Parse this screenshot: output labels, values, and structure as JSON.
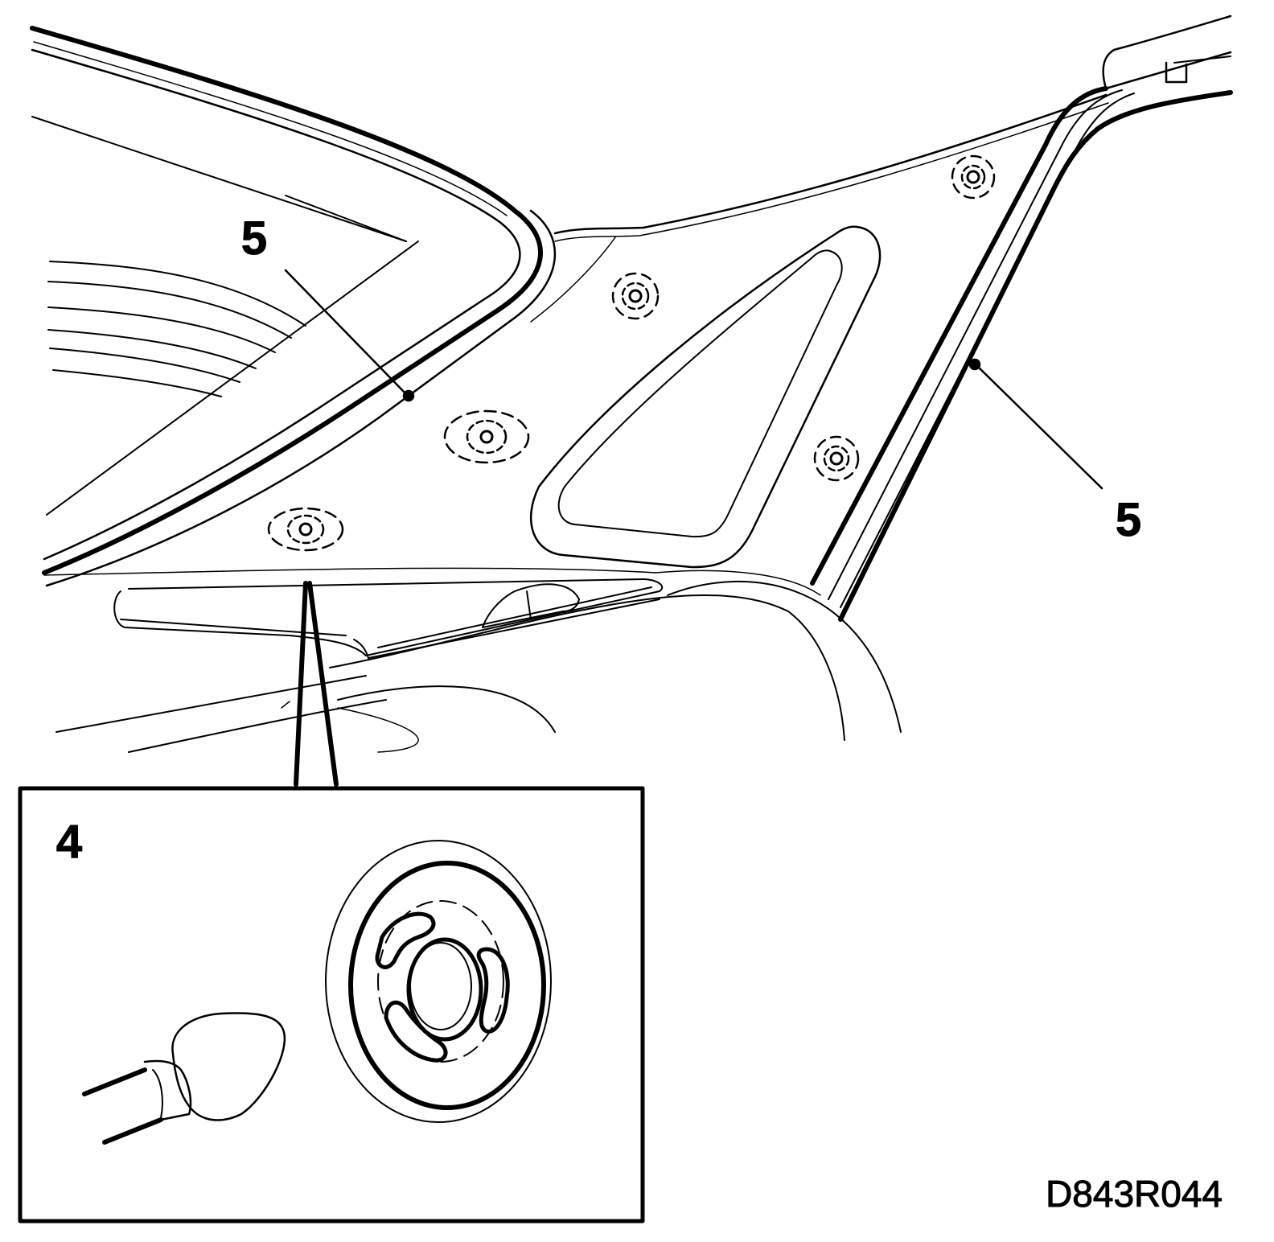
{
  "diagram": {
    "callouts": {
      "left_seal": "5",
      "right_seal": "5",
      "inset": "4"
    },
    "figure_code": "D843R044"
  },
  "colors": {
    "ink": "#000000",
    "paper": "#ffffff"
  }
}
